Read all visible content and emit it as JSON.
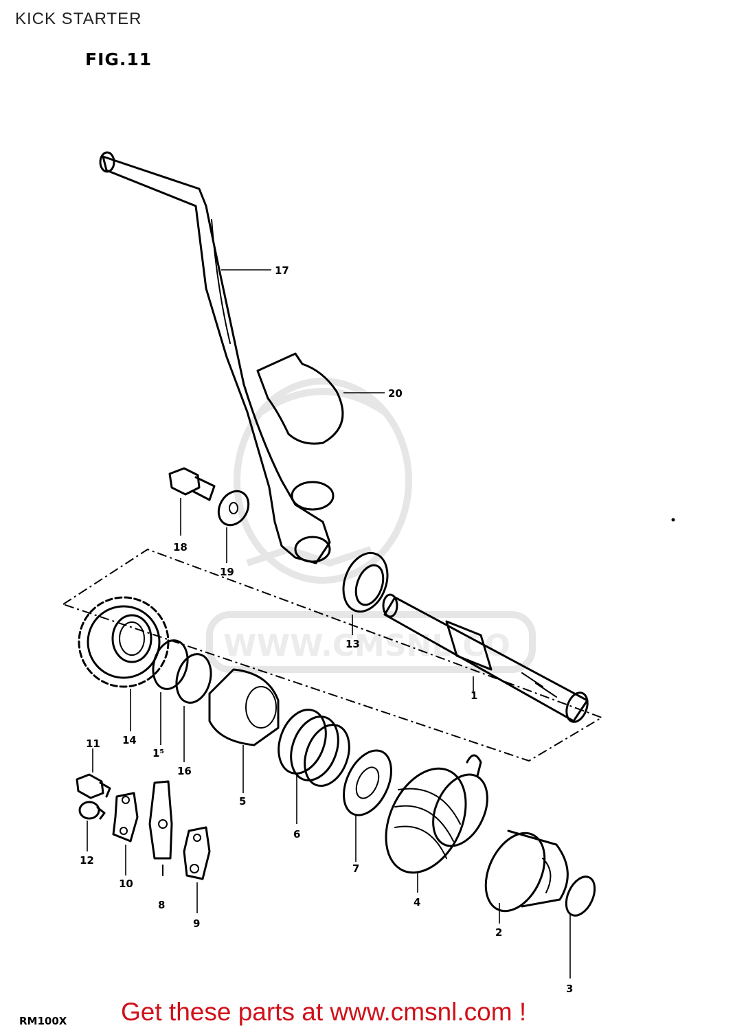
{
  "header": {
    "title": "KICK STARTER",
    "figure": "FIG.11"
  },
  "diagram": {
    "model_code": "RM100X",
    "watermark_url": "WWW.CMSNL.CO",
    "parts": [
      {
        "number": "1"
      },
      {
        "number": "2"
      },
      {
        "number": "3"
      },
      {
        "number": "4"
      },
      {
        "number": "5"
      },
      {
        "number": "6"
      },
      {
        "number": "7"
      },
      {
        "number": "8"
      },
      {
        "number": "9"
      },
      {
        "number": "10"
      },
      {
        "number": "11"
      },
      {
        "number": "12"
      },
      {
        "number": "13"
      },
      {
        "number": "14"
      },
      {
        "number": "15",
        "printed": "1⁵"
      },
      {
        "number": "16"
      },
      {
        "number": "17"
      },
      {
        "number": "18"
      },
      {
        "number": "19"
      },
      {
        "number": "20"
      }
    ]
  },
  "footer": {
    "cta_text": "Get these parts at www.cmsnl.com !"
  }
}
